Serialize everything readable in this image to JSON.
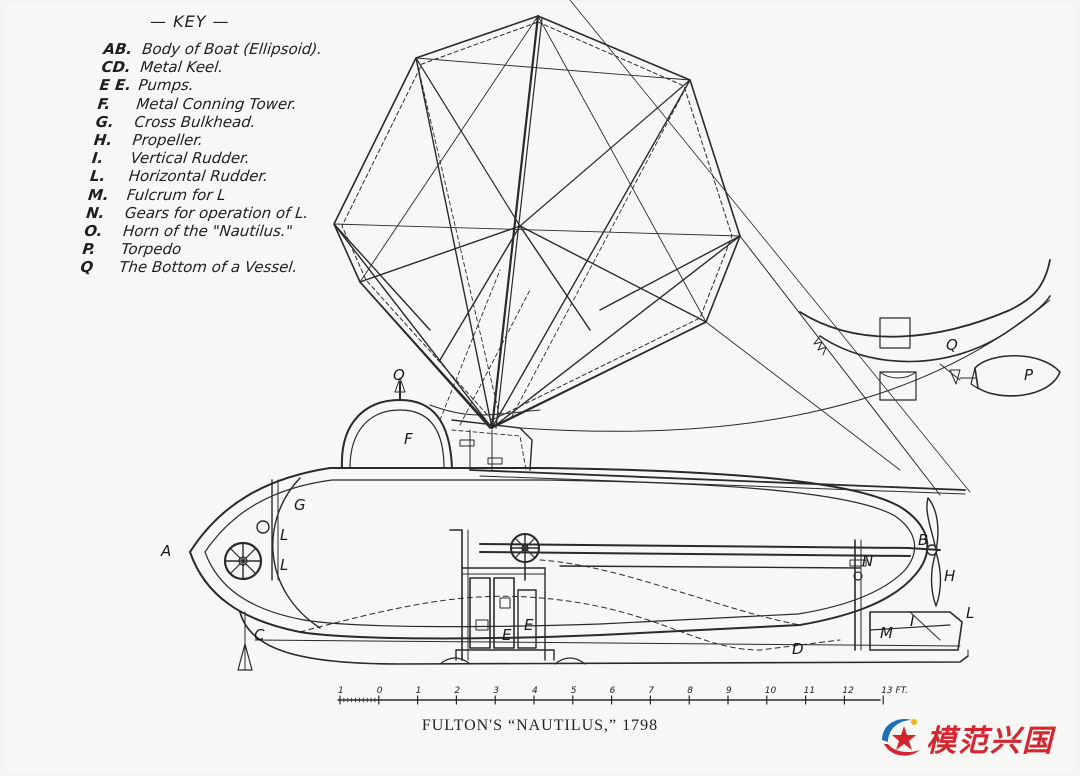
{
  "key": {
    "title": "KEY",
    "items": [
      {
        "code": "AB.",
        "desc": "Body of Boat (Ellipsoid)."
      },
      {
        "code": "CD.",
        "desc": "Metal Keel."
      },
      {
        "code": "E E.",
        "desc": "Pumps."
      },
      {
        "code": "F.",
        "desc": "Metal Conning Tower."
      },
      {
        "code": "G.",
        "desc": "Cross Bulkhead."
      },
      {
        "code": "H.",
        "desc": "Propeller."
      },
      {
        "code": "I.",
        "desc": "Vertical Rudder."
      },
      {
        "code": "L.",
        "desc": "Horizontal Rudder."
      },
      {
        "code": "M.",
        "desc": "Fulcrum for L"
      },
      {
        "code": "N.",
        "desc": "Gears for operation of L."
      },
      {
        "code": "O.",
        "desc": "Horn of the \"Nautilus.\""
      },
      {
        "code": "P.",
        "desc": "Torpedo"
      },
      {
        "code": "Q",
        "desc": "The Bottom of a Vessel."
      }
    ]
  },
  "labels": {
    "A": "A",
    "B": "B",
    "C": "C",
    "D": "D",
    "E1": "E",
    "E2": "E",
    "F": "F",
    "G": "G",
    "H": "H",
    "I": "I",
    "L1": "L",
    "L2": "L",
    "L3": "L",
    "M": "M",
    "N": "N",
    "O": "O",
    "P": "P",
    "Q": "Q"
  },
  "scale": {
    "ticks": [
      "1",
      "0",
      "1",
      "2",
      "3",
      "4",
      "5",
      "6",
      "7",
      "8",
      "9",
      "10",
      "11",
      "12",
      "13 FT."
    ]
  },
  "caption": "FULTON'S “NAUTILUS,” 1798",
  "watermark": {
    "text": "模范兴国",
    "colors": {
      "red": "#d3262e",
      "blue": "#1f6fb5",
      "star": "#f0b323"
    }
  }
}
